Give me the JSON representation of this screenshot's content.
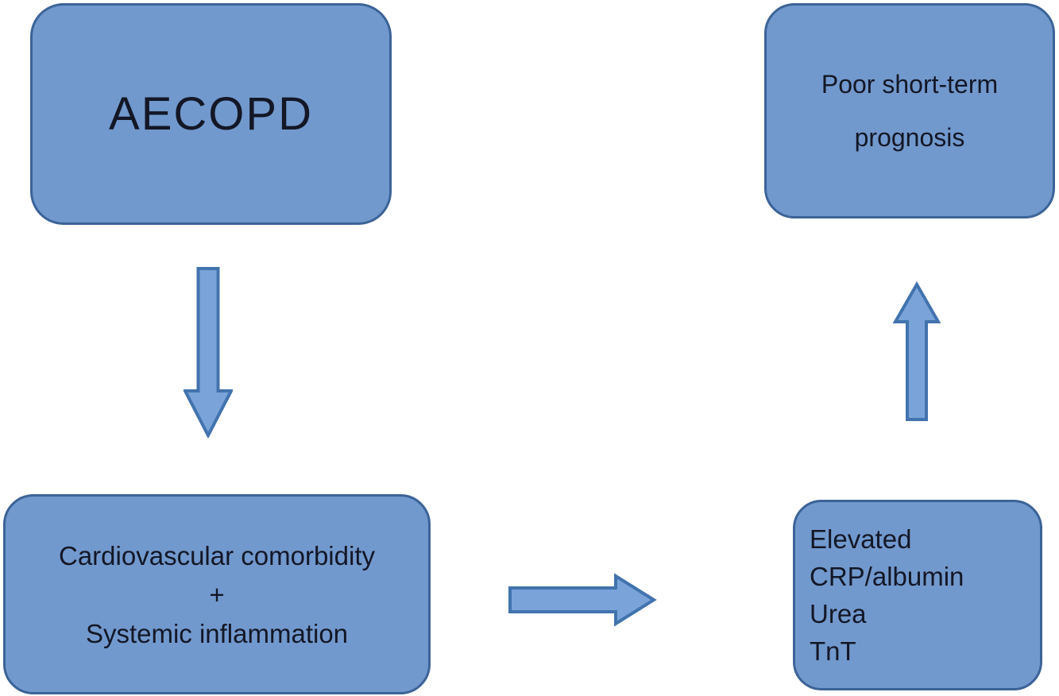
{
  "diagram": {
    "boxes": {
      "aecopd": {
        "lines": [
          "AECOPD"
        ]
      },
      "prognosis": {
        "lines": [
          "Poor short-term",
          "prognosis"
        ]
      },
      "comorbidity": {
        "lines": [
          "Cardiovascular comorbidity",
          "+",
          "Systemic inflammation"
        ]
      },
      "biomarkers": {
        "lines": [
          "Elevated",
          "CRP/albumin",
          "Urea",
          "TnT"
        ]
      }
    },
    "arrows": [
      {
        "name": "down-arrow",
        "direction": "down",
        "from": "AECOPD",
        "to": "Cardiovascular comorbidity + Systemic inflammation"
      },
      {
        "name": "right-arrow",
        "direction": "right",
        "from": "Cardiovascular comorbidity + Systemic inflammation",
        "to": "Elevated CRP/albumin Urea TnT"
      },
      {
        "name": "up-arrow",
        "direction": "up",
        "from": "Elevated CRP/albumin Urea TnT",
        "to": "Poor short-term prognosis"
      }
    ],
    "colors": {
      "background": "#ffffff",
      "box_fill": "#7299cd",
      "box_border": "#3c6398",
      "arrow_fill": "#7aa4d9",
      "arrow_border": "#4273ae",
      "text": "#131726"
    }
  }
}
